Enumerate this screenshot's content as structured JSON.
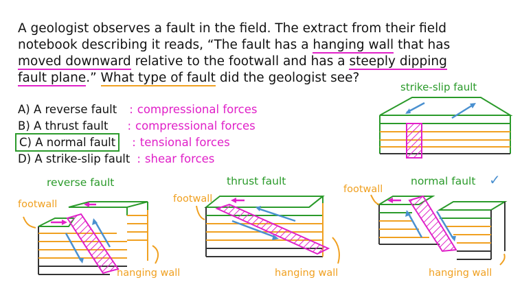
{
  "question": {
    "line1": "A geologist observes a fault in the field. The extract from their field",
    "line2_a": "notebook describing it reads, “The fault has a ",
    "line2_b": "hanging wall",
    "line2_c": " that has",
    "line3_a": "moved downward",
    "line3_b": " relative to the footwall and has a ",
    "line3_c": "steeply dipping",
    "line4_a": "fault plane",
    "line4_b": ".” ",
    "line4_c": "What type of fault",
    "line4_d": " did the geologist see?"
  },
  "options": [
    {
      "main": "A) A reverse fault",
      "colon": ":",
      "force": "compressional forces"
    },
    {
      "main": "B) A thrust fault",
      "colon": ":",
      "force": "compressional forces"
    },
    {
      "main": "C) A normal fault",
      "colon": ":",
      "force": "tensional forces"
    },
    {
      "main": "D) A strike-slip fault",
      "colon": ":",
      "force": "shear forces"
    }
  ],
  "selected_option": "C",
  "diagrams": {
    "strike_slip": {
      "title": "strike-slip fault"
    },
    "reverse": {
      "title": "reverse fault",
      "footwall": "footwall",
      "hanging_wall": "hanging wall"
    },
    "thrust": {
      "title": "thrust fault",
      "footwall": "footwall",
      "hanging_wall": "hanging wall"
    },
    "normal": {
      "title": "normal fault",
      "check": "✓",
      "footwall": "footwall",
      "hanging_wall": "hanging wall"
    }
  },
  "colors": {
    "green": "#2a9a2a",
    "orange": "#f0a020",
    "pink": "#e020c8",
    "blue": "#4a90d0",
    "dark": "#333333"
  }
}
